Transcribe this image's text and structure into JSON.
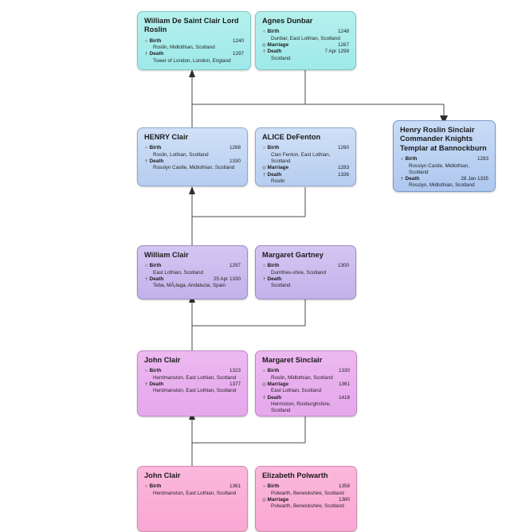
{
  "chart": {
    "type": "pedigree-chart",
    "background": "#ffffff",
    "glyphs": {
      "birth": "○",
      "marriage": "◎",
      "death": "†"
    },
    "labels": {
      "birth": "Birth",
      "marriage": "Marriage",
      "death": "Death"
    },
    "palette": {
      "cyan": "#a8eceb",
      "blue": "#c2d6f3",
      "blue2": "#bad1f2",
      "purple": "#cabbee",
      "violet": "#e8aeee",
      "pink": "#faaed6"
    }
  },
  "nodes": [
    {
      "id": "william-de-saint-clair",
      "name": "William De Saint Clair Lord Roslin",
      "color": "cyan",
      "events": [
        {
          "type": "birth",
          "label": "Birth",
          "date": "1240",
          "place": "Roslin, Midlothian, Scotland"
        },
        {
          "type": "death",
          "label": "Death",
          "date": "1297",
          "place": "Tower of London, London, England"
        }
      ]
    },
    {
      "id": "agnes-dunbar",
      "name": "Agnes Dunbar",
      "color": "cyan",
      "events": [
        {
          "type": "birth",
          "label": "Birth",
          "date": "1248",
          "place": "Dunbar, East Lothian, Scotland"
        },
        {
          "type": "marriage",
          "label": "Marriage",
          "date": "1267",
          "place": ""
        },
        {
          "type": "death",
          "label": "Death",
          "date": "7 Apr 1299",
          "place": "Scotland"
        }
      ]
    },
    {
      "id": "henry-clair",
      "name": "HENRY Clair",
      "color": "blue",
      "events": [
        {
          "type": "birth",
          "label": "Birth",
          "date": "1268",
          "place": "Roslin, Lothian, Scotland"
        },
        {
          "type": "death",
          "label": "Death",
          "date": "1330",
          "place": "Rosslyn Castle, Midlothian, Scotland"
        }
      ]
    },
    {
      "id": "alice-defenton",
      "name": "ALICE DeFenton",
      "color": "blue",
      "events": [
        {
          "type": "birth",
          "label": "Birth",
          "date": "1260",
          "place": "Clan Fenton, East Lothian, Scotland"
        },
        {
          "type": "marriage",
          "label": "Marriage",
          "date": "1283",
          "place": ""
        },
        {
          "type": "death",
          "label": "Death",
          "date": "1336",
          "place": "Roslin"
        }
      ]
    },
    {
      "id": "henry-roslin-sinclair",
      "name": "Henry Roslin Sinclair Commander Knights Templar at Bannockburn",
      "color": "blue2",
      "events": [
        {
          "type": "birth",
          "label": "Birth",
          "date": "1283",
          "place": "Rosslyn Castle, Midlothian, Scotland"
        },
        {
          "type": "death",
          "label": "Death",
          "date": "28 Jan 1335",
          "place": "Rosslyn, Midlothian, Scotland"
        }
      ]
    },
    {
      "id": "william-clair",
      "name": "William Clair",
      "color": "purple",
      "events": [
        {
          "type": "birth",
          "label": "Birth",
          "date": "1297",
          "place": "East Lothian, Scotland"
        },
        {
          "type": "death",
          "label": "Death",
          "date": "25 Apr 1330",
          "place": "Teba, MÃ¡laga, Andalucia, Spain"
        }
      ]
    },
    {
      "id": "margaret-gartney",
      "name": "Margaret Gartney",
      "color": "purple",
      "events": [
        {
          "type": "birth",
          "label": "Birth",
          "date": "1300",
          "place": "Dumfries-shire, Scotland"
        },
        {
          "type": "death",
          "label": "Death",
          "date": "",
          "place": "Scotland"
        }
      ]
    },
    {
      "id": "john-clair-1323",
      "name": "John Clair",
      "color": "violet",
      "events": [
        {
          "type": "birth",
          "label": "Birth",
          "date": "1323",
          "place": "Herdmanston, East Lothian, Scotland"
        },
        {
          "type": "death",
          "label": "Death",
          "date": "1377",
          "place": "Herdmanston, East Lothian, Scotland"
        }
      ]
    },
    {
      "id": "margaret-sinclair",
      "name": "Margaret Sinclair",
      "color": "violet",
      "events": [
        {
          "type": "birth",
          "label": "Birth",
          "date": "1330",
          "place": "Roslin, Midlothian, Scotland"
        },
        {
          "type": "marriage",
          "label": "Marriage",
          "date": "1361",
          "place": "East Lothian, Scotland"
        },
        {
          "type": "death",
          "label": "Death",
          "date": "1418",
          "place": "Hermiston, Roxburghshire, Scotland"
        }
      ]
    },
    {
      "id": "john-clair-1361",
      "name": "John Clair",
      "color": "pink",
      "events": [
        {
          "type": "birth",
          "label": "Birth",
          "date": "1361",
          "place": "Herdmanston, East Lothian, Scotland"
        }
      ]
    },
    {
      "id": "elizabeth-polwarth",
      "name": "Elizabeth Polwarth",
      "color": "pink",
      "events": [
        {
          "type": "birth",
          "label": "Birth",
          "date": "1358",
          "place": "Polwarth, Berwickshire, Scotland"
        },
        {
          "type": "marriage",
          "label": "Marriage",
          "date": "1380",
          "place": "Polwarth, Berwickshire, Scotland"
        }
      ]
    }
  ]
}
